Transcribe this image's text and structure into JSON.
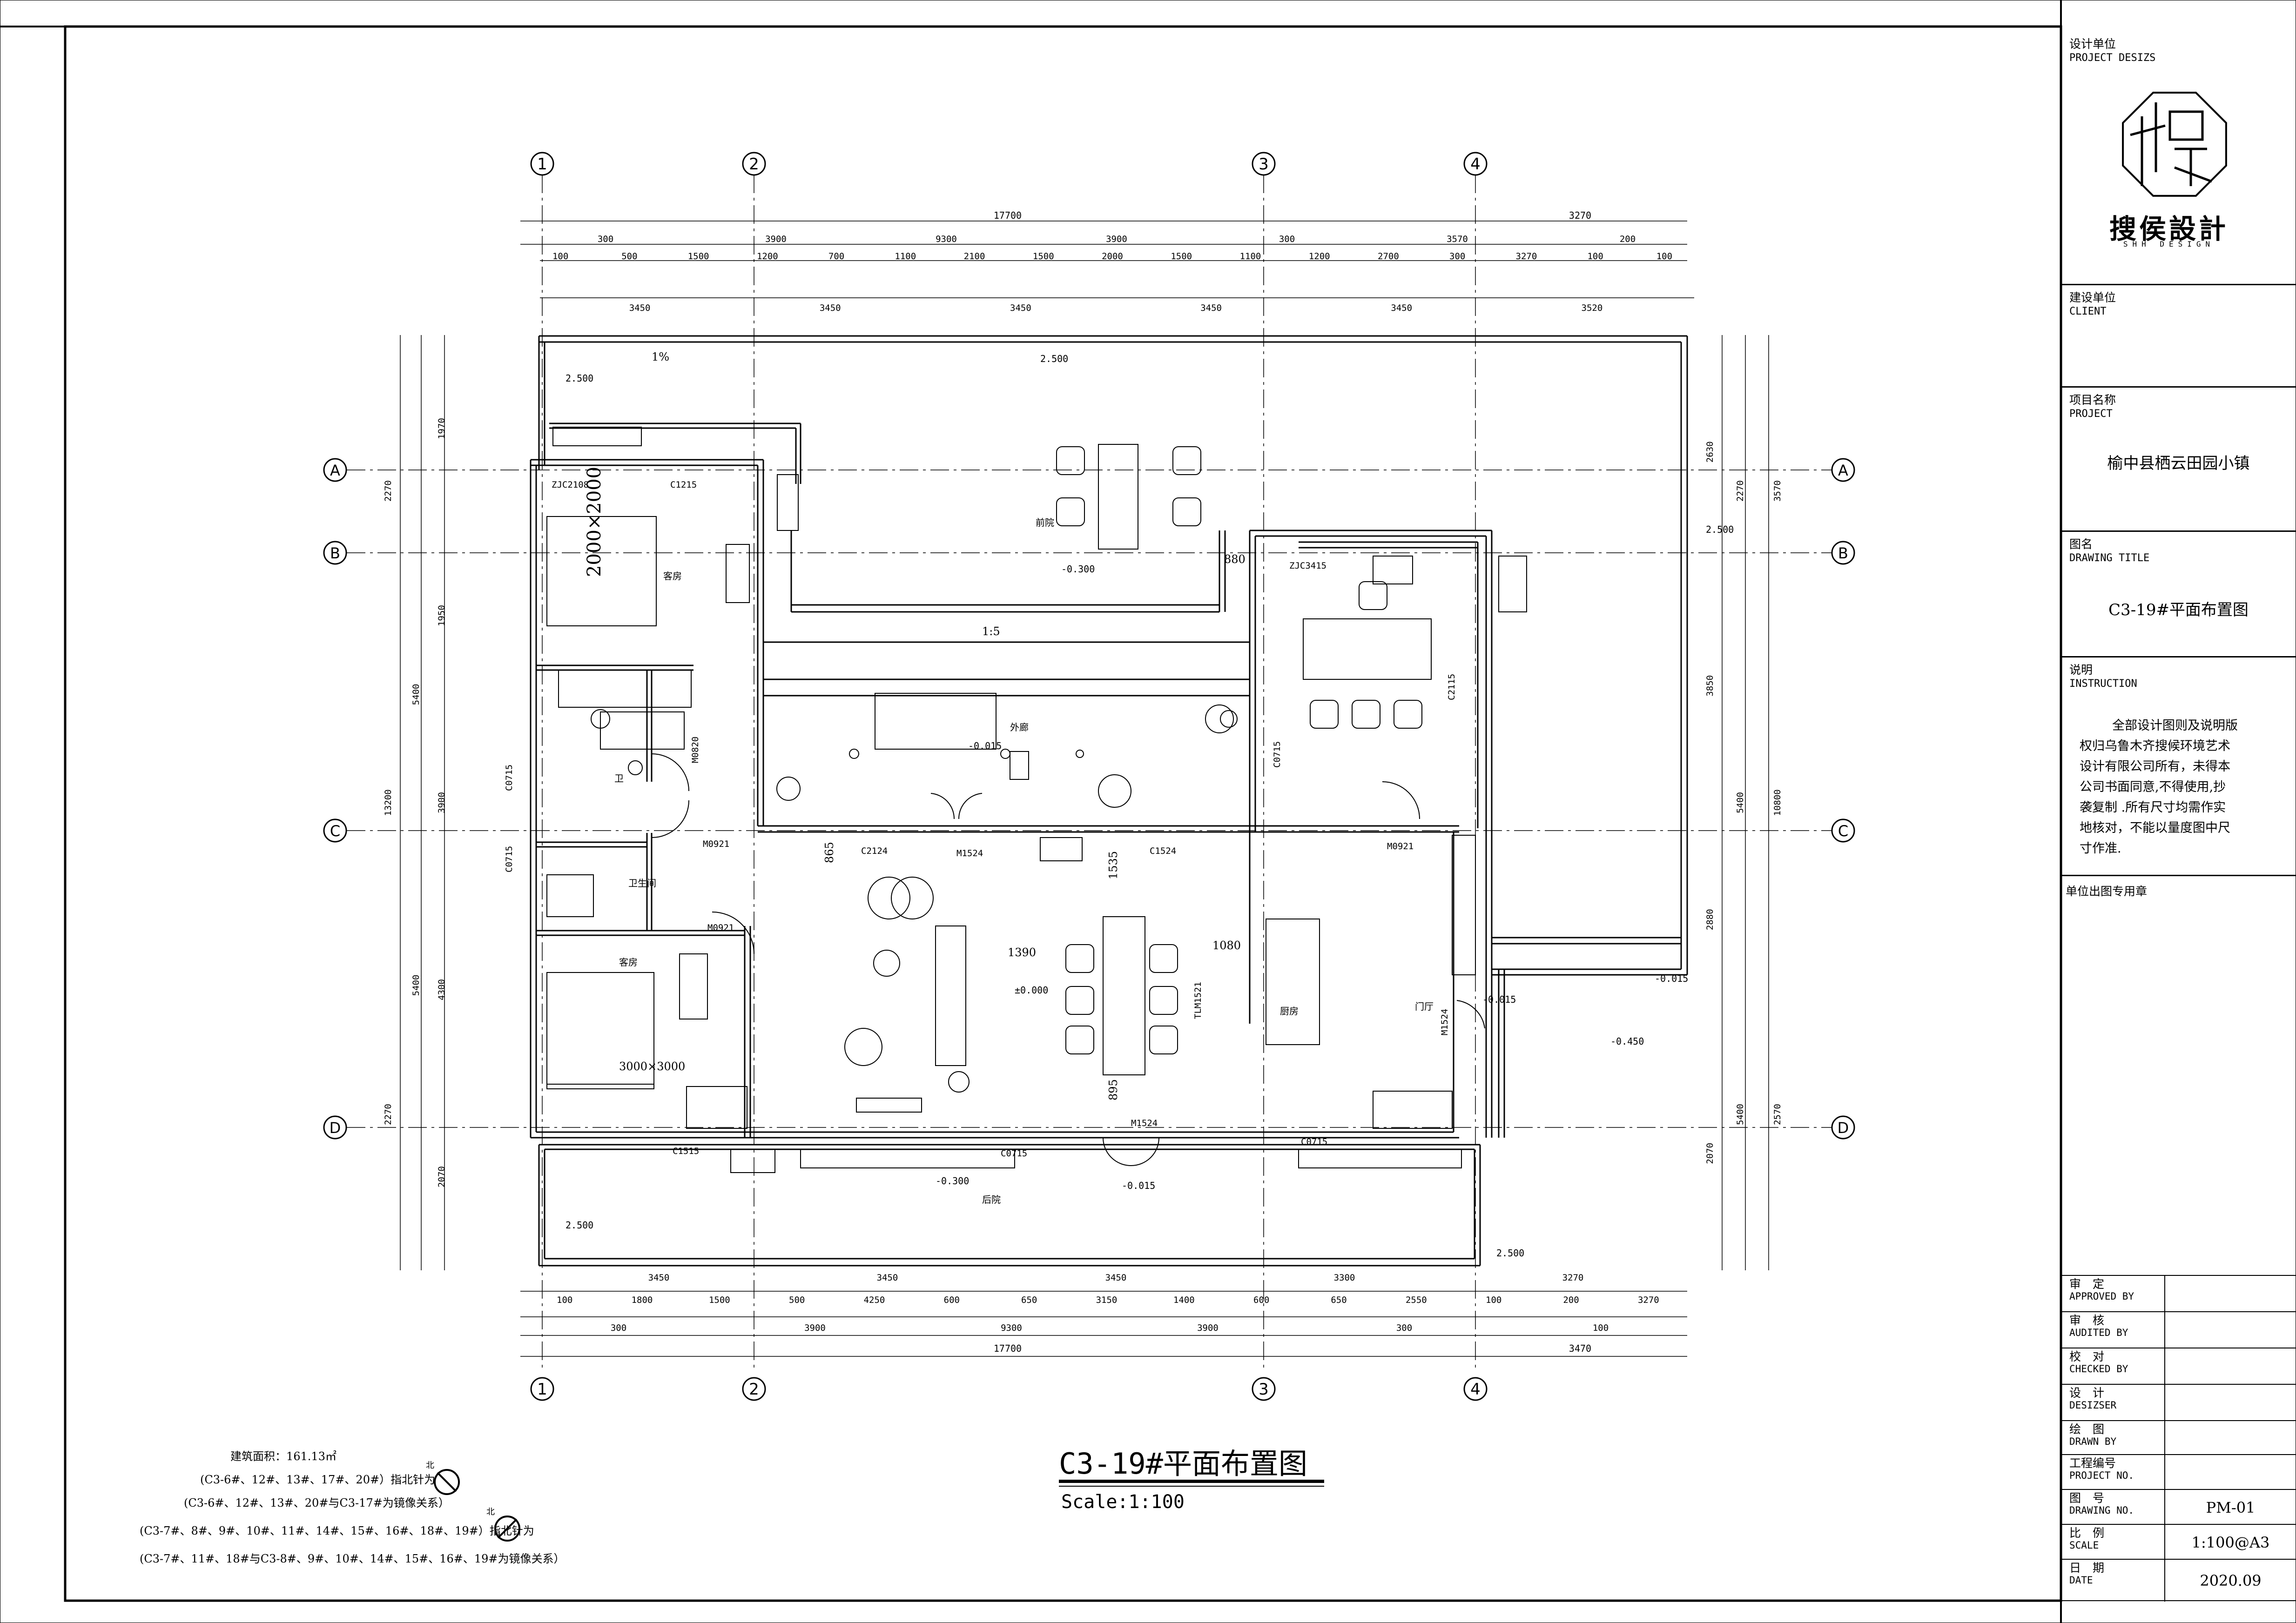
{
  "title_block": {
    "design_unit_cn": "设计单位",
    "design_unit_en": "PROJECT DESIZS",
    "logo_text": "搜侯設計",
    "logo_sub": "SHH DESIGN",
    "client_cn": "建设单位",
    "client_en": "CLIENT",
    "project_cn": "项目名称",
    "project_en": "PROJECT",
    "project_name": "榆中县栖云田园小镇",
    "drawing_title_cn": "图名",
    "drawing_title_en": "DRAWING TITLE",
    "drawing_title": "C3-19#平面布置图",
    "instruction_cn": "说明",
    "instruction_en": "INSTRUCTION",
    "instruction_text": [
      "全部设计图则及说明版",
      "权归乌鲁木齐搜候环境艺术",
      "设计有限公司所有，未得本",
      "公司书面同意,不得使用,抄",
      "袭复制 .所有尺寸均需作实",
      "地核对，不能以量度图中尺",
      "寸作准."
    ],
    "stamp_label": "单位出图专用章",
    "rows": [
      {
        "cn": "审　定",
        "en": "APPROVED BY",
        "value": ""
      },
      {
        "cn": "审　核",
        "en": "AUDITED BY",
        "value": ""
      },
      {
        "cn": "校　对",
        "en": "CHECKED BY",
        "value": ""
      },
      {
        "cn": "设　计",
        "en": "DESIZSER",
        "value": ""
      },
      {
        "cn": "绘　图",
        "en": "DRAWN BY",
        "value": ""
      },
      {
        "cn": "工程编号",
        "en": "PROJECT NO.",
        "value": ""
      },
      {
        "cn": "图　号",
        "en": "DRAWING NO.",
        "value": "PM-01"
      },
      {
        "cn": "比　例",
        "en": "SCALE",
        "value": "1:100@A3"
      },
      {
        "cn": "日　期",
        "en": "DATE",
        "value": "2020.09"
      }
    ]
  },
  "sheet_title": "C3-19#平面布置图",
  "scale": "Scale:1:100",
  "notes": [
    "建筑面积：161.13㎡",
    "(C3-6#、12#、13#、17#、20#）指北针为",
    "(C3-6#、12#、13#、20#与C3-17#为镜像关系）",
    "(C3-7#、8#、9#、10#、11#、14#、15#、16#、18#、19#）指北针为",
    "(C3-7#、11#、18#与C3-8#、9#、10#、14#、15#、16#、19#为镜像关系）"
  ],
  "north_label": "北",
  "grid": {
    "columns": [
      "1",
      "2",
      "3",
      "4"
    ],
    "rows": [
      "A",
      "B",
      "C",
      "D"
    ]
  },
  "dims": {
    "top_total": "17700",
    "top_right_total": "3270",
    "top_row2": [
      "300",
      "3900",
      "9300",
      "3900",
      "300",
      "3570",
      "200"
    ],
    "top_row3": [
      "100",
      "500",
      "1500",
      "1200",
      "700",
      "1100",
      "2100",
      "1500",
      "2000",
      "1500",
      "1100",
      "1200",
      "2700",
      "300",
      "3270",
      "100",
      "100"
    ],
    "top_row4": [
      "3450",
      "3450",
      "3450",
      "3450",
      "3450",
      "3520"
    ],
    "bottom_row1": [
      "3450",
      "3450",
      "3450",
      "3300",
      "3270"
    ],
    "bottom_row2": [
      "100",
      "1800",
      "1500",
      "500",
      "4250",
      "600",
      "650",
      "3150",
      "1400",
      "600",
      "650",
      "2550",
      "100",
      "200",
      "3270"
    ],
    "bottom_row3": [
      "300",
      "3900",
      "9300",
      "3900",
      "300",
      "100"
    ],
    "bottom_total": "17700",
    "bottom_right_total": "3470",
    "left_outer": [
      "2270",
      "13200",
      "2270"
    ],
    "left_mid": [
      "5400",
      "5400"
    ],
    "left_inner": [
      "1970",
      "1950",
      "3900",
      "4300",
      "2070"
    ],
    "right_outer": [
      "3570",
      "10800",
      "2570"
    ],
    "right_mid": [
      "2270",
      "5400",
      "5400"
    ],
    "right_inner": [
      "2630",
      "3850",
      "2880",
      "2070"
    ]
  },
  "rooms": {
    "guest1": "客房",
    "bath1": "卫",
    "bath2": "卫生间",
    "guest2": "客房",
    "front_yard": "前院",
    "corridor": "外廊",
    "kitchen": "厨房",
    "hall": "门厅",
    "back_yard": "后院"
  },
  "elevations": [
    "2.500",
    "-0.300",
    "-0.015",
    "±0.000",
    "-0.450",
    "-0.015",
    "-0.300",
    "-0.015",
    "2.500",
    "2.500",
    "2.500",
    "2.500",
    "-0.015"
  ],
  "door_window_tags": [
    "ZJC2108",
    "C1215",
    "M0820",
    "C0715",
    "C0715",
    "M0921",
    "M0921",
    "C2124",
    "M1524",
    "C1524",
    "M0921",
    "ZJC3415",
    "C2115",
    "C0715",
    "TLM1521",
    "M1524",
    "C1515",
    "C0715",
    "M1524",
    "C0715"
  ],
  "annotations": [
    "865",
    "1535",
    "1390",
    "1080",
    "895",
    "880",
    "2000×2000",
    "3000×3000",
    "1%",
    "1:5"
  ],
  "colors": {
    "line": "#000000",
    "paper": "#ffffff"
  }
}
